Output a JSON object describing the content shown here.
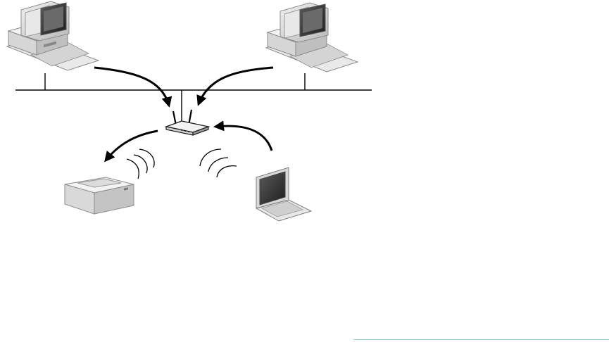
{
  "diagram": {
    "description_free": true,
    "devices": [
      "desktop-computer-left",
      "desktop-computer-right",
      "wireless-router",
      "printer",
      "laptop"
    ],
    "connections": {
      "wired": [
        "desktop-computer-left",
        "desktop-computer-right",
        "wireless-router"
      ],
      "wireless": [
        "printer",
        "laptop"
      ]
    }
  },
  "colors": {
    "line": "#000000",
    "device_light": "#e6e6e6",
    "device_mid": "#bdbdbd",
    "device_dark": "#7a7a7a",
    "screen": "#3a3a3a",
    "rule": "#9fd3d3"
  }
}
